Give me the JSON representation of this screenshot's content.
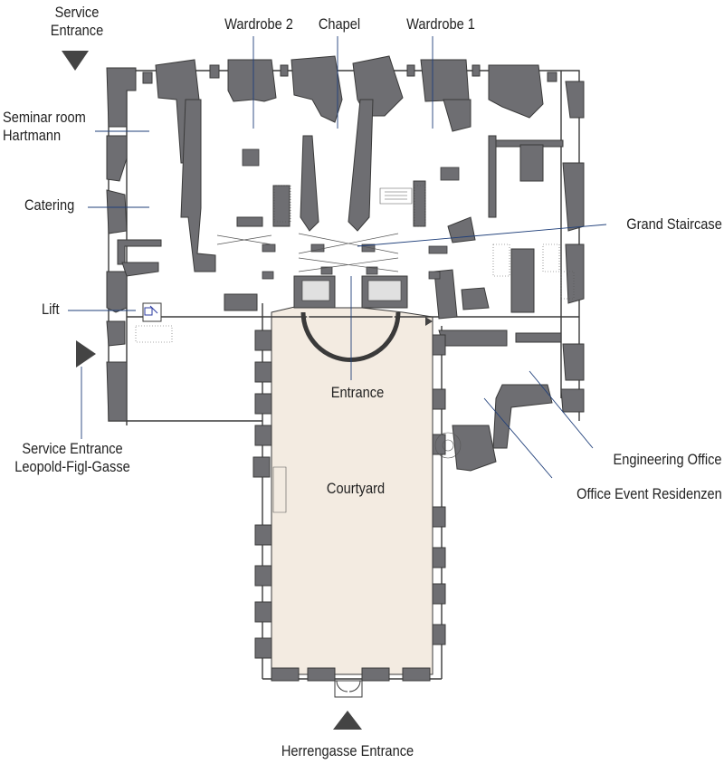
{
  "labels": {
    "service_entrance_top_line1": "Service",
    "service_entrance_top_line2": "Entrance",
    "wardrobe_2": "Wardrobe 2",
    "chapel": "Chapel",
    "wardrobe_1": "Wardrobe 1",
    "seminar_room_line1": "Seminar room",
    "seminar_room_line2": "Hartmann",
    "catering": "Catering",
    "grand_staircase": "Grand Staircase",
    "lift": "Lift",
    "entrance": "Entrance",
    "courtyard": "Courtyard",
    "service_entrance_left_line1": "Service Entrance",
    "service_entrance_left_line2": "Leopold-Figl-Gasse",
    "engineering_office": "Engineering Office",
    "office_event": "Office Event Residenzen",
    "herrengasse_entrance": "Herrengasse Entrance"
  },
  "colors": {
    "wall": "#6e6e72",
    "wall_outline": "#3a3a3a",
    "courtyard": "#f3ebe1",
    "leader_line": "#1f3f7a",
    "arrow": "#444444",
    "label_text": "#222222"
  }
}
